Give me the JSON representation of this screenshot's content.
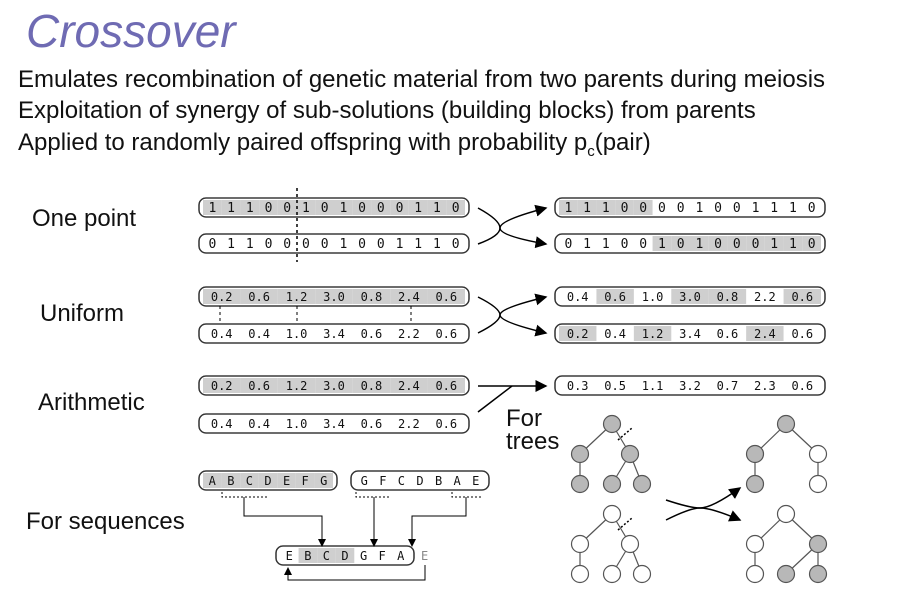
{
  "title": "Crossover",
  "bullets": [
    "Emulates recombination of genetic material from two parents during meiosis",
    "Exploitation of synergy of sub-solutions (building blocks) from parents",
    "Applied to randomly paired offspring with probability p",
    "c",
    "(pair)"
  ],
  "labels": {
    "one_point": "One point",
    "uniform": "Uniform",
    "arithmetic": "Arithmetic",
    "for_trees_1": "For",
    "for_trees_2": "trees",
    "for_sequences": "For sequences"
  },
  "chromosomes": {
    "one_point_parent1": [
      "1",
      "1",
      "1",
      "0",
      "0",
      "1",
      "0",
      "1",
      "0",
      "0",
      "0",
      "1",
      "1",
      "0"
    ],
    "one_point_parent2": [
      "0",
      "1",
      "1",
      "0",
      "0",
      "0",
      "0",
      "1",
      "0",
      "0",
      "1",
      "1",
      "1",
      "0"
    ],
    "one_point_child1": [
      "1",
      "1",
      "1",
      "0",
      "0",
      "0",
      "0",
      "1",
      "0",
      "0",
      "1",
      "1",
      "1",
      "0"
    ],
    "one_point_child2": [
      "0",
      "1",
      "1",
      "0",
      "0",
      "1",
      "0",
      "1",
      "0",
      "0",
      "0",
      "1",
      "1",
      "0"
    ],
    "uniform_parent1": [
      "0.2",
      "0.6",
      "1.2",
      "3.0",
      "0.8",
      "2.4",
      "0.6"
    ],
    "uniform_parent2": [
      "0.4",
      "0.4",
      "1.0",
      "3.4",
      "0.6",
      "2.2",
      "0.6"
    ],
    "uniform_child1": [
      "0.4",
      "0.6",
      "1.0",
      "3.0",
      "0.8",
      "2.2",
      "0.6"
    ],
    "uniform_child2": [
      "0.2",
      "0.4",
      "1.2",
      "3.4",
      "0.6",
      "2.4",
      "0.6"
    ],
    "arith_parent1": [
      "0.2",
      "0.6",
      "1.2",
      "3.0",
      "0.8",
      "2.4",
      "0.6"
    ],
    "arith_parent2": [
      "0.4",
      "0.4",
      "1.0",
      "3.4",
      "0.6",
      "2.2",
      "0.6"
    ],
    "arith_child": [
      "0.3",
      "0.5",
      "1.1",
      "3.2",
      "0.7",
      "2.3",
      "0.6"
    ],
    "seq_parent1": [
      "A",
      "B",
      "C",
      "D",
      "E",
      "F",
      "G"
    ],
    "seq_parent2": [
      "G",
      "F",
      "C",
      "D",
      "B",
      "A",
      "E"
    ],
    "seq_child": [
      "E",
      "B",
      "C",
      "D",
      "G",
      "F",
      "A"
    ],
    "seq_extra": "E"
  },
  "colors": {
    "title": "#6f6bb3",
    "shaded": "#cfcfcf",
    "light": "#ffffff",
    "node_dark": "#b8b8b8"
  }
}
